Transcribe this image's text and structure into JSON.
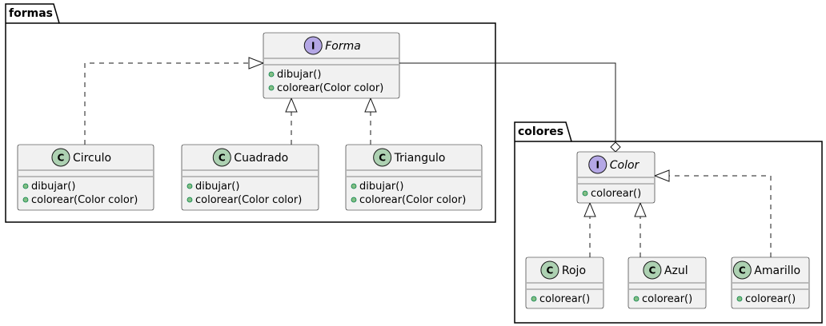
{
  "packages": [
    {
      "id": "formas",
      "name": "formas"
    },
    {
      "id": "colores",
      "name": "colores"
    }
  ],
  "classes": [
    {
      "id": "forma",
      "kind": "interface",
      "name": "Forma",
      "members": [
        "dibujar()",
        "colorear(Color color)"
      ]
    },
    {
      "id": "circulo",
      "kind": "class",
      "name": "Circulo",
      "members": [
        "dibujar()",
        "colorear(Color color)"
      ]
    },
    {
      "id": "cuadrado",
      "kind": "class",
      "name": "Cuadrado",
      "members": [
        "dibujar()",
        "colorear(Color color)"
      ]
    },
    {
      "id": "triangulo",
      "kind": "class",
      "name": "Triangulo",
      "members": [
        "dibujar()",
        "colorear(Color color)"
      ]
    },
    {
      "id": "color",
      "kind": "interface",
      "name": "Color",
      "members": [
        "colorear()"
      ]
    },
    {
      "id": "rojo",
      "kind": "class",
      "name": "Rojo",
      "members": [
        "colorear()"
      ]
    },
    {
      "id": "azul",
      "kind": "class",
      "name": "Azul",
      "members": [
        "colorear()"
      ]
    },
    {
      "id": "amarillo",
      "kind": "class",
      "name": "Amarillo",
      "members": [
        "colorear()"
      ]
    }
  ],
  "relations": [
    {
      "from": "circulo",
      "to": "forma",
      "type": "realization"
    },
    {
      "from": "cuadrado",
      "to": "forma",
      "type": "realization"
    },
    {
      "from": "triangulo",
      "to": "forma",
      "type": "realization"
    },
    {
      "from": "rojo",
      "to": "color",
      "type": "realization"
    },
    {
      "from": "azul",
      "to": "color",
      "type": "realization"
    },
    {
      "from": "amarillo",
      "to": "color",
      "type": "realization"
    },
    {
      "from": "forma",
      "to": "color",
      "type": "aggregation"
    }
  ],
  "colors": {
    "class_fill": "#F1F1F1",
    "class_border": "#181818",
    "interface_badge": "#B4A7E5",
    "class_badge": "#ADD1B2",
    "visibility_public": "#84BE84"
  }
}
